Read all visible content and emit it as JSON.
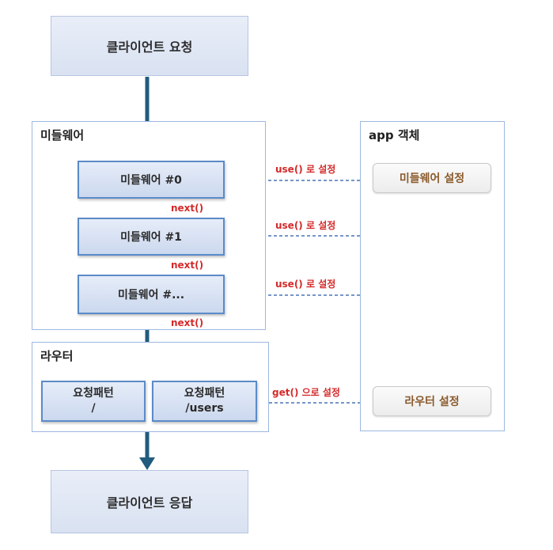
{
  "client_request": "클라이언트 요청",
  "client_response": "클라이언트 응답",
  "middleware_group": {
    "title": "미들웨어",
    "items": [
      "미들웨어 #0",
      "미들웨어 #1",
      "미들웨어 #..."
    ],
    "next_label": "next()"
  },
  "router_group": {
    "title": "라우터",
    "routes": [
      {
        "line1": "요청패턴",
        "line2": "/"
      },
      {
        "line1": "요청패턴",
        "line2": "/users"
      }
    ]
  },
  "app_group": {
    "title": "app 객체",
    "middleware_setting": "미들웨어 설정",
    "router_setting": "라우터 설정"
  },
  "arrow_labels": {
    "use": "use() 로 설정",
    "get": "get() 으로 설정"
  },
  "colors": {
    "main_arrow": "#215b7e",
    "dashed_arrow": "#4a73b5",
    "label_red": "#d42a2a",
    "box_border": "#5b8bc9"
  }
}
